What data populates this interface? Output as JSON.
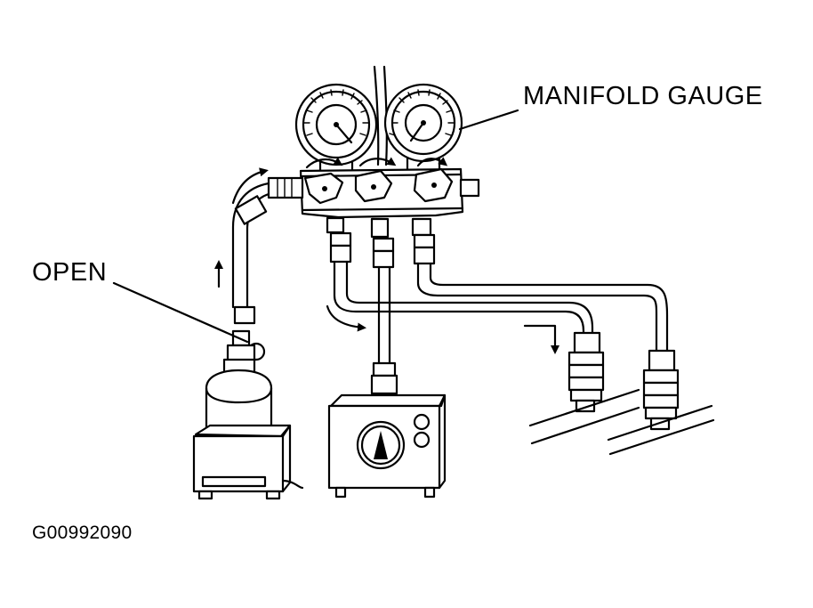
{
  "labels": {
    "manifold_gauge": "MANIFOLD GAUGE",
    "open": "OPEN",
    "figure_code": "G00992090"
  },
  "colors": {
    "ink": "#000000",
    "paper": "#ffffff"
  },
  "icons": [
    "low-pressure-gauge-icon",
    "high-pressure-gauge-icon",
    "refrigerant-can-icon",
    "scale-icon",
    "vacuum-pump-icon",
    "flow-arrow-icon"
  ]
}
